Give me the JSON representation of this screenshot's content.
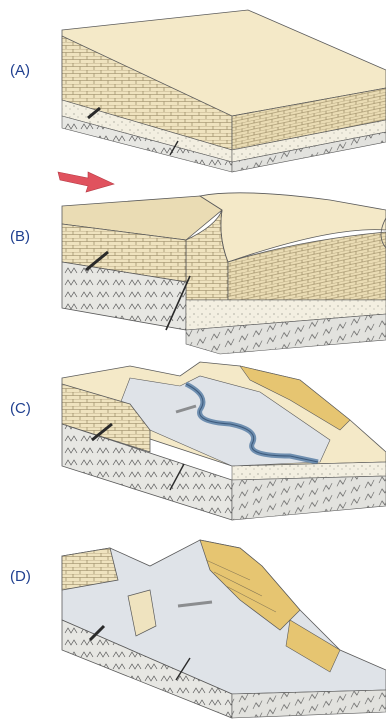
{
  "stages": [
    {
      "label": "(A)"
    },
    {
      "label": "(B)"
    },
    {
      "label": "(C)"
    },
    {
      "label": "(D)"
    }
  ],
  "colors": {
    "limestone": "#efe3bf",
    "limestone_top": "#f4e9c8",
    "sandstone": "#f3efe1",
    "basement": "#e7e7e3",
    "line": "#5a5a5a",
    "fault": "#2a2a2a",
    "arrow": "#e0525e",
    "river": "#6f8fb0",
    "eroded": "#d9dde3",
    "cliff_ochre": "#e6c571",
    "label_blue": "#1f3f8f"
  }
}
